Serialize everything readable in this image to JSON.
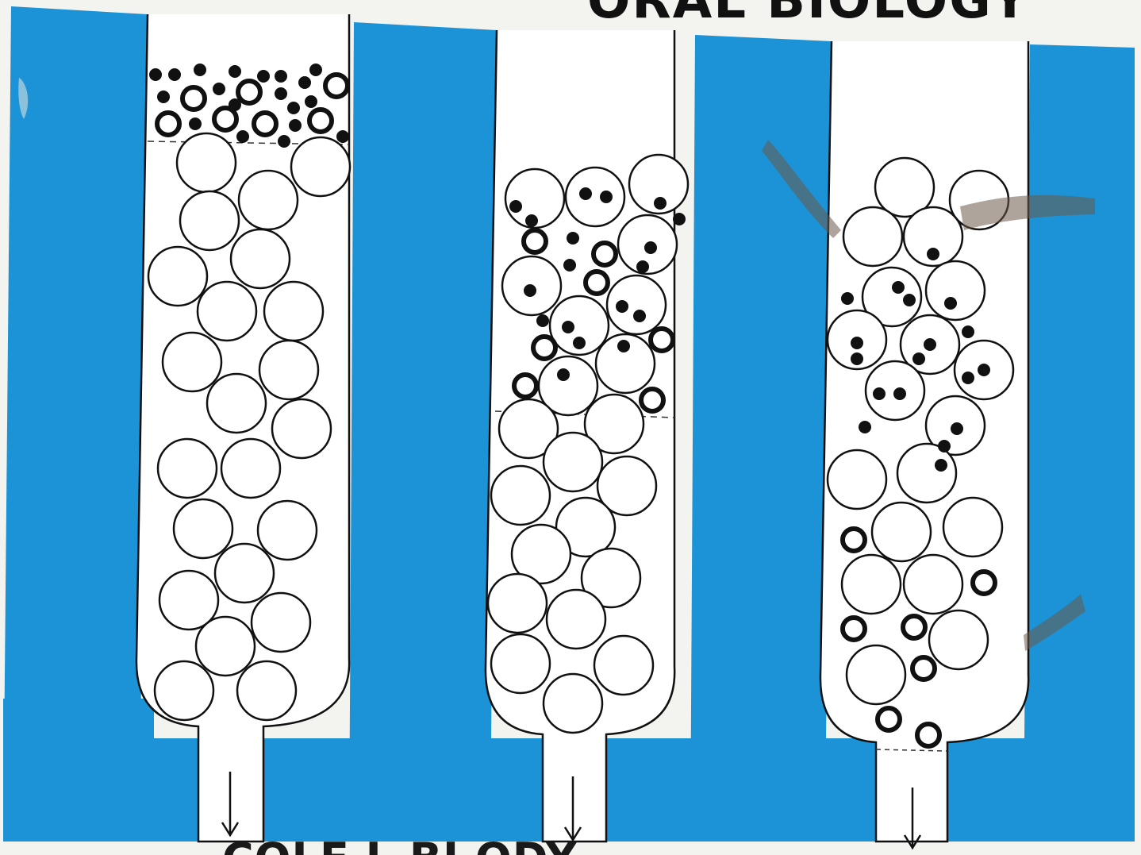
{
  "cover": {
    "title": "ORAL BIOLOGY",
    "bottom_caption": "COLE   L   BI  ODY"
  },
  "colors": {
    "background_blue": "#1b93d6",
    "column_fill": "#ffffff",
    "outline": "#111111"
  },
  "columns": [
    {
      "name": "column-left",
      "small_particles_band": "top",
      "arrow": "down"
    },
    {
      "name": "column-middle",
      "small_particles_band": "middle",
      "arrow": "down"
    },
    {
      "name": "column-right",
      "small_particles_band": "spread",
      "arrow": "down"
    }
  ],
  "legend": {
    "large_bead_icon": "large-open-circle",
    "ring_particle_icon": "thick-ring",
    "dot_particle_icon": "solid-dot"
  }
}
